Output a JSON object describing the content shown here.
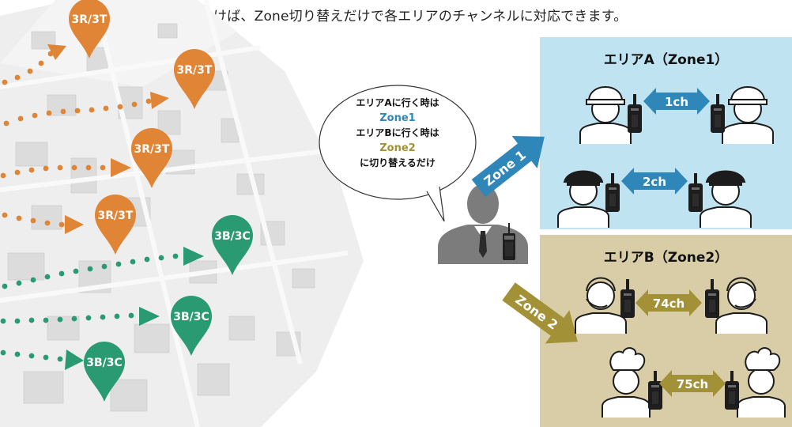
{
  "intro_text": "けば、Zone切り替えだけで各エリアのチャンネルに対応できます。",
  "pins": [
    {
      "label": "3R/3T",
      "color": "#e08436"
    },
    {
      "label": "3R/3T",
      "color": "#e08436"
    },
    {
      "label": "3R/3T",
      "color": "#e08436"
    },
    {
      "label": "3R/3T",
      "color": "#e08436"
    },
    {
      "label": "3B/3C",
      "color": "#2a9a73"
    },
    {
      "label": "3B/3C",
      "color": "#2a9a73"
    },
    {
      "label": "3B/3C",
      "color": "#2a9a73"
    }
  ],
  "bubble": {
    "line1": "エリアAに行く時は",
    "line2": "Zone1",
    "line3": "エリアBに行く時は",
    "line4": "Zone2",
    "line5": "に切り替えるだけ"
  },
  "zone_arrows": {
    "zone1": "Zone 1",
    "zone2": "Zone 2"
  },
  "area_a": {
    "title": "エリアA（Zone1）",
    "channels": [
      "1ch",
      "2ch"
    ],
    "bg_color": "#bfe3f1",
    "arrow_color": "#2f86b8"
  },
  "area_b": {
    "title": "エリアB（Zone2）",
    "channels": [
      "74ch",
      "75ch"
    ],
    "bg_color": "#d9cda7",
    "arrow_color": "#a39137"
  },
  "icons": [
    "hard-hat-worker-icon",
    "police-officer-icon",
    "headset-operator-icon",
    "chef-icon",
    "radio-icon",
    "businessman-icon"
  ]
}
